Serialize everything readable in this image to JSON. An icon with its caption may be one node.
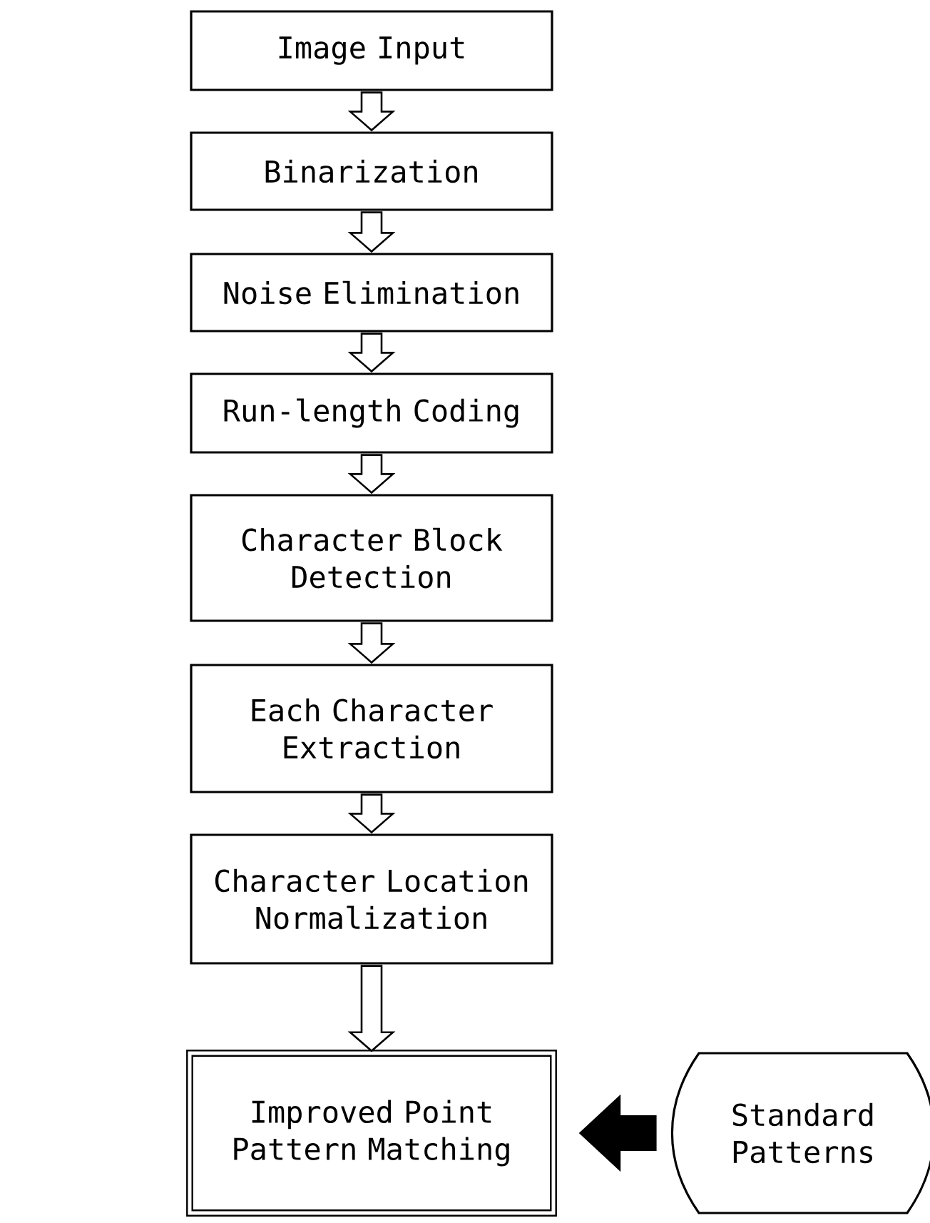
{
  "diagram": {
    "nodes": [
      {
        "text": [
          "Image Input"
        ]
      },
      {
        "text": [
          "Binarization"
        ]
      },
      {
        "text": [
          "Noise Elimination"
        ]
      },
      {
        "text": [
          "Run-length Coding"
        ]
      },
      {
        "text": [
          "Character Block Detection"
        ]
      },
      {
        "text": [
          "Each Character Extraction"
        ]
      },
      {
        "text": [
          "Character Location Normalization"
        ]
      },
      {
        "text": [
          "Improved Point Pattern Matching"
        ]
      },
      {
        "text": [
          "Standard Patterns"
        ]
      }
    ],
    "edges": [
      {
        "from": 0,
        "to": 1,
        "arrow": "to"
      },
      {
        "from": 1,
        "to": 2,
        "arrow": "to"
      },
      {
        "from": 2,
        "to": 3,
        "arrow": "to"
      },
      {
        "from": 3,
        "to": 4,
        "arrow": "to"
      },
      {
        "from": 4,
        "to": 5,
        "arrow": "to"
      },
      {
        "from": 5,
        "to": 6,
        "arrow": "to"
      },
      {
        "from": 6,
        "to": 7,
        "arrow": "to"
      },
      {
        "from": 8,
        "to": 7,
        "arrow": "to",
        "style": "thick"
      }
    ]
  }
}
